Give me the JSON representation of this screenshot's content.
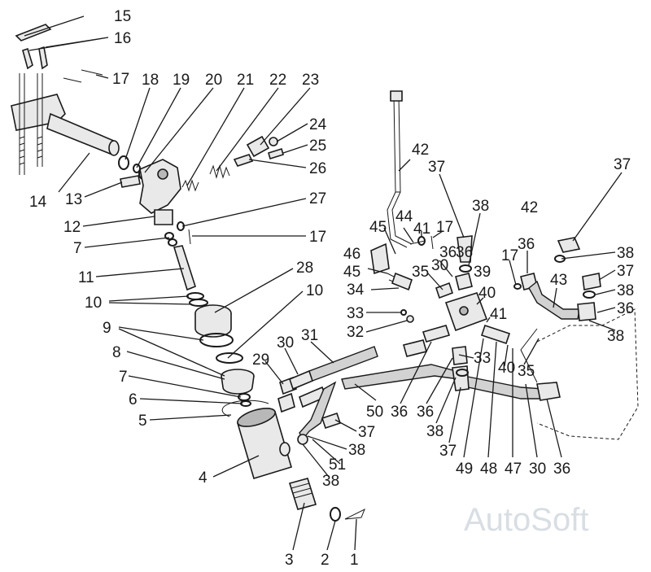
{
  "watermark": "AutoSoft",
  "callouts": {
    "c1": "1",
    "c2": "2",
    "c3": "3",
    "c4": "4",
    "c5": "5",
    "c6": "6",
    "c7a": "7",
    "c7b": "7",
    "c8": "8",
    "c9": "9",
    "c10a": "10",
    "c10b": "10",
    "c11": "11",
    "c12": "12",
    "c13": "13",
    "c14": "14",
    "c15": "15",
    "c16": "16",
    "c17a": "17",
    "c17b": "17",
    "c17c": "17",
    "c17d": "17",
    "c18": "18",
    "c19": "19",
    "c20": "20",
    "c21": "21",
    "c22": "22",
    "c23": "23",
    "c24": "24",
    "c25": "25",
    "c26": "26",
    "c27": "27",
    "c28": "28",
    "c29": "29",
    "c30a": "30",
    "c30b": "30",
    "c30c": "30",
    "c31": "31",
    "c32": "32",
    "c33a": "33",
    "c33b": "33",
    "c34": "34",
    "c35a": "35",
    "c35b": "35",
    "c36a": "36",
    "c36b": "36",
    "c36c": "36",
    "c36d": "36",
    "c36e": "36",
    "c36f": "36",
    "c36g": "36",
    "c37a": "37",
    "c37b": "37",
    "c37c": "37",
    "c37d": "37",
    "c37e": "37",
    "c38a": "38",
    "c38b": "38",
    "c38c": "38",
    "c38d": "38",
    "c38e": "38",
    "c38f": "38",
    "c38g": "38",
    "c39": "39",
    "c40a": "40",
    "c40b": "40",
    "c41a": "41",
    "c41b": "41",
    "c42a": "42",
    "c42b": "42",
    "c43": "43",
    "c44": "44",
    "c45a": "45",
    "c45b": "45",
    "c46": "46",
    "c47": "47",
    "c48": "48",
    "c49": "49",
    "c50": "50",
    "c51": "51"
  }
}
